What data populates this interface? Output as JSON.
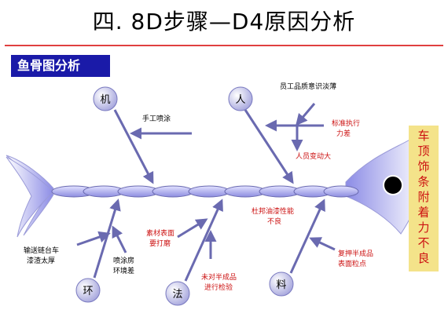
{
  "slide": {
    "title": "四. 8D步骤—D4原因分析",
    "subtitle": "鱼骨图分析"
  },
  "fishbone": {
    "effect": "车顶饰条附着力不良",
    "effect_chars": [
      "车",
      "顶",
      "饰",
      "条",
      "附",
      "着",
      "力",
      "不",
      "良"
    ],
    "categories": {
      "machine": "机",
      "man": "人",
      "environment": "环",
      "method": "法",
      "material": "料"
    },
    "causes": {
      "machine_1": "手工喷涂",
      "man_1": "员工品质意识淡薄",
      "man_2_line1": "标准执行",
      "man_2_line2": "力差",
      "man_3": "人员变动大",
      "spine_1_line1": "杜邦油漆性能",
      "spine_1_line2": "不良",
      "env_1_line1": "输送链台车",
      "env_1_line2": "漆渣太厚",
      "env_2_line1": "喷涂房",
      "env_2_line2": "环境差",
      "method_1_line1": "素材表面",
      "method_1_line2": "要打磨",
      "method_2_line1": "未对半成品",
      "method_2_line2": "进行检验",
      "material_1_line1": "复押半成品",
      "material_1_line2": "表面粒点"
    }
  },
  "colors": {
    "title_rule": "#e04040",
    "subtitle_bg": "#1a1aa8",
    "arrow": "#6a6ab0",
    "cause_text": "#cc1111",
    "effect_bg": "#f4e38a",
    "fish_body": "#b9b9ef"
  }
}
